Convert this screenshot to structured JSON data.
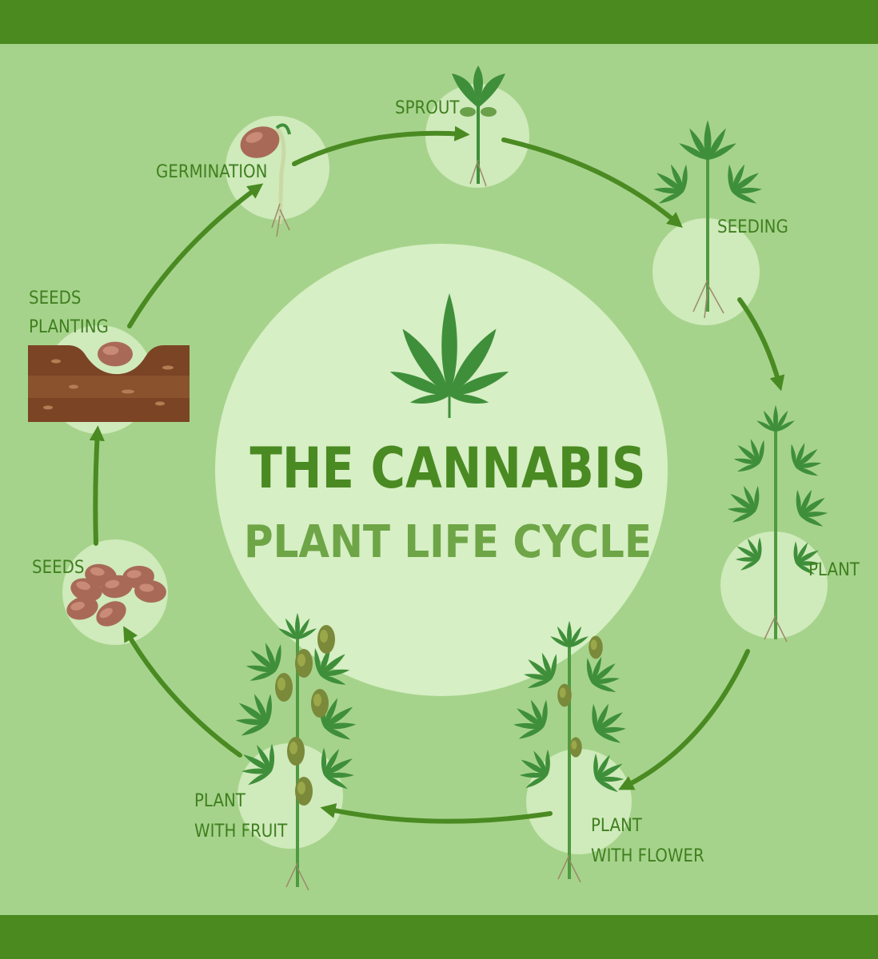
{
  "colors": {
    "band": "#4a8a1f",
    "background": "#a6d38b",
    "center_circle": "#d6efc4",
    "stage_circle": "#cfeabb",
    "arrow": "#4a8a22",
    "label": "#3f7f1f",
    "title_main": "#4a8a22",
    "title_sub": "#6ea546",
    "leaf": "#3f8f3a",
    "seed": "#a86a56",
    "soil": "#7b4424"
  },
  "title": {
    "line1": "THE CANNABIS",
    "line2": "PLANT LIFE CYCLE"
  },
  "center_icon": "cannabis-leaf-icon",
  "stages": [
    {
      "line1": "SEEDS",
      "line2": "",
      "icon": "seeds-icon"
    },
    {
      "line1": "SEEDS",
      "line2": "PLANTING",
      "icon": "soil-seed-icon"
    },
    {
      "line1": "GERMINATION",
      "line2": "",
      "icon": "germinating-seed-icon"
    },
    {
      "line1": "SPROUT",
      "line2": "",
      "icon": "sprout-icon"
    },
    {
      "line1": "SEEDING",
      "line2": "",
      "icon": "seedling-icon"
    },
    {
      "line1": "PLANT",
      "line2": "",
      "icon": "plant-icon"
    },
    {
      "line1": "PLANT",
      "line2": "WITH FLOWER",
      "icon": "flowering-plant-icon"
    },
    {
      "line1": "PLANT",
      "line2": "WITH FRUIT",
      "icon": "fruiting-plant-icon"
    }
  ]
}
